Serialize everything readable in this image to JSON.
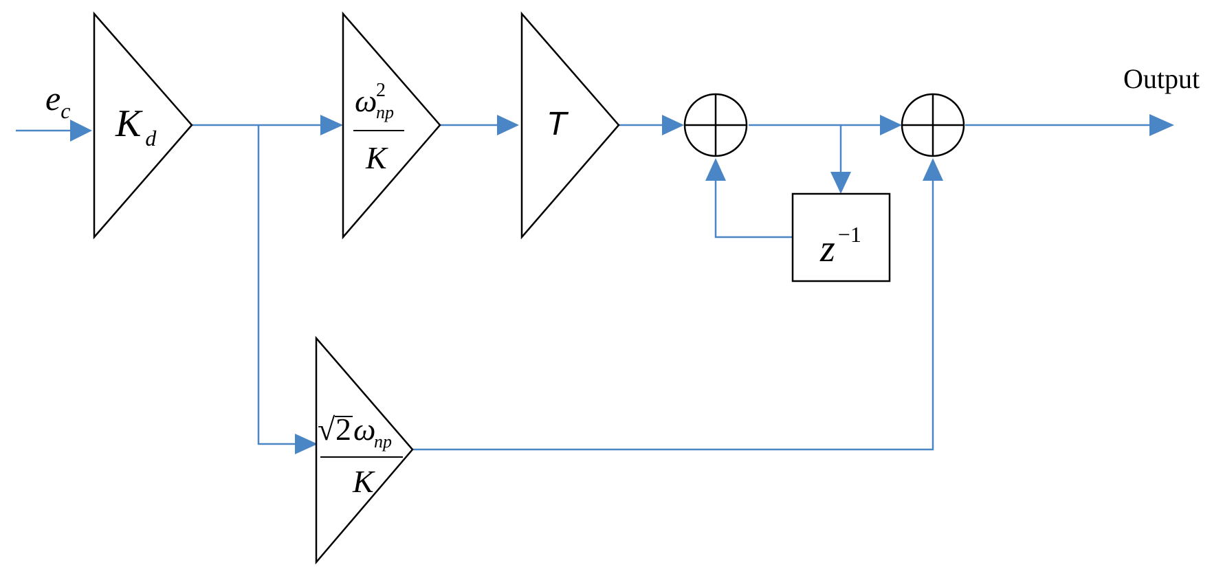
{
  "labels": {
    "input_main": "e",
    "input_sub": "c",
    "output": "Output"
  },
  "blocks": {
    "kd": {
      "main": "K",
      "sub": "d"
    },
    "omega": {
      "num_main": "ω",
      "num_sub": "np",
      "num_sup": "2",
      "den": "K"
    },
    "t": {
      "main": "T"
    },
    "delay": {
      "main": "z",
      "sup": "−1"
    },
    "sqrt2": {
      "radical": "√",
      "radicand": "2",
      "num_main": "ω",
      "num_sub": "np",
      "den": "K"
    }
  },
  "colors": {
    "signal": "#4a86c5",
    "block": "#000000"
  }
}
